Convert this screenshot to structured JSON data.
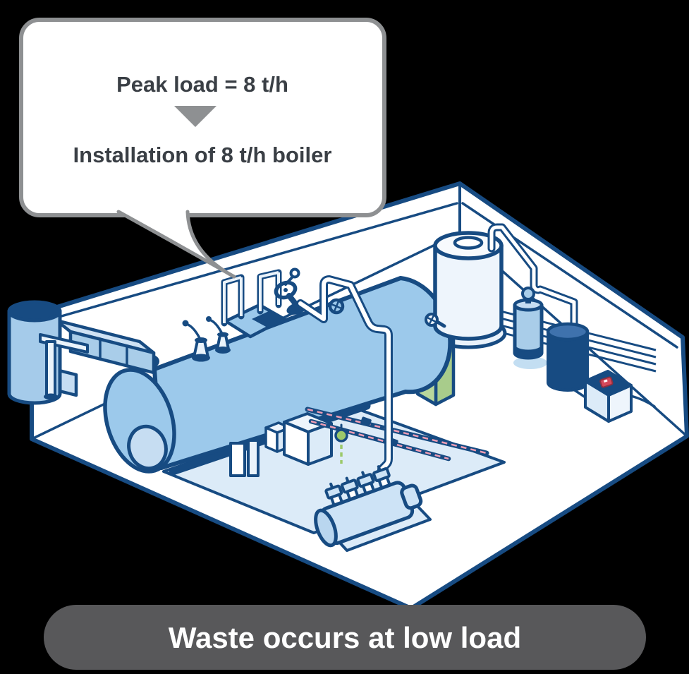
{
  "callout": {
    "line1": "Peak load = 8 t/h",
    "line2": "Installation of 8 t/h boiler"
  },
  "caption": {
    "text": "Waste occurs at low load"
  },
  "colors": {
    "background": "#000000",
    "outline_navy": "#174b82",
    "boiler_blue": "#9cc9eb",
    "light_blue": "#a9cde9",
    "pale_blue": "#dcebf8",
    "palest_blue": "#eef5fc",
    "green_box": "#b8d79c",
    "gauge_green": "#9cc96a",
    "fuel_line_pink": "#ef9db4",
    "switch_red": "#d5485a",
    "caption_bg": "#58585a",
    "bubble_border": "#8e9092",
    "arrow_gray": "#8e9092",
    "text_dark": "#3a3f45",
    "text_light": "#ffffff"
  }
}
